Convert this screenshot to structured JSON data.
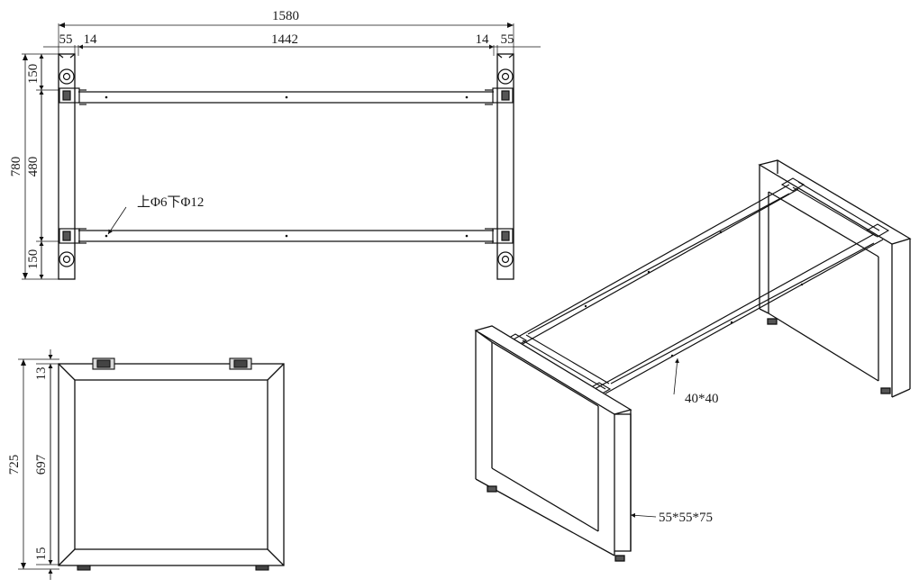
{
  "top_view": {
    "dim_total_width": "1580",
    "dim_left_leg": "55",
    "dim_left_offset": "14",
    "dim_span": "1442",
    "dim_right_offset": "14",
    "dim_right_leg": "55",
    "dim_total_depth": "780",
    "dim_top_seg": "150",
    "dim_mid_seg": "480",
    "dim_bottom_seg": "150",
    "hole_note": "上Φ6下Φ12"
  },
  "side_view": {
    "dim_total_height": "725",
    "dim_top_seg": "13",
    "dim_mid_seg": "697",
    "dim_bottom_seg": "15"
  },
  "iso_view": {
    "beam_label": "40*40",
    "leg_label": "55*55*75"
  }
}
